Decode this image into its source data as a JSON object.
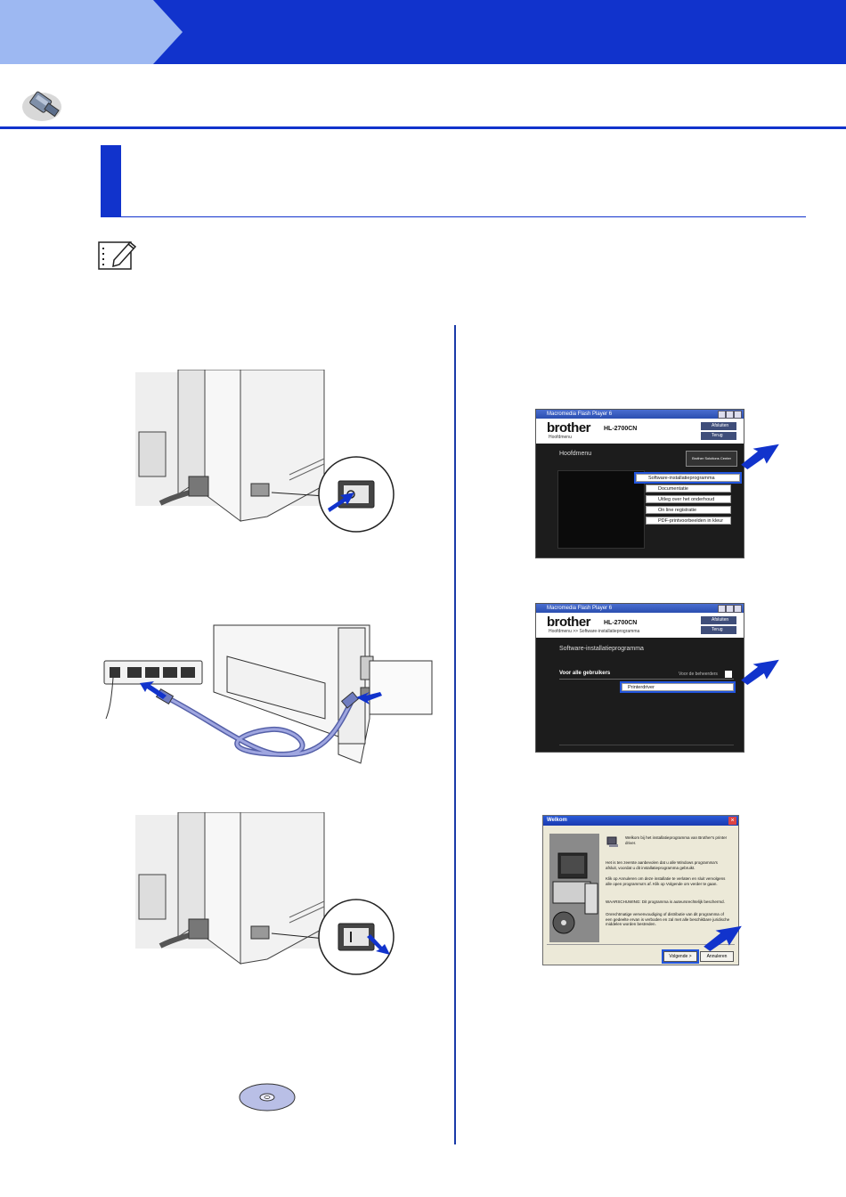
{
  "header": {
    "step_label": ""
  },
  "icons": {
    "network": "ethernet-cable-icon",
    "note": "note-pencil-icon",
    "cdrom": "cd-rom-icon"
  },
  "colors": {
    "primary_blue": "#1133cc",
    "tab_light_blue": "#9db8f2",
    "divider_blue": "#1a3aa8"
  },
  "flash_window_1": {
    "title": "Macromedia Flash Player 6",
    "brand": "brother",
    "model": "HL-2700CN",
    "breadcrumb": "Hoofdmenu",
    "btn_close": "Afsluiten",
    "btn_back": "Terug",
    "section_title": "Hoofdmenu",
    "solutions_center": "Brother Solutions Center",
    "menu": [
      "Software-installatieprogramma",
      "Documentatie",
      "Uitleg over het onderhoud",
      "On line registratie",
      "PDF-printvoorbeelden in kleur"
    ]
  },
  "flash_window_2": {
    "title": "Macromedia Flash Player 6",
    "brand": "brother",
    "model": "HL-2700CN",
    "breadcrumb": "Hoofdmenu >> Software-installatieprogramma",
    "btn_close": "Afsluiten",
    "btn_back": "Terug",
    "section_title": "Software-installatieprogramma",
    "group_label": "Voor alle gebruikers",
    "admin_link": "Voor de beheerders",
    "item": "Printerdriver"
  },
  "welcome_dialog": {
    "title": "Welkom",
    "intro": "Welkom bij het installatieprogramma van Brother's printer driver.",
    "p1": "Het is ten zeerste aanbevolen dat u alle Windows programma's afsluit, voordat u dit installatieprogramma gebruikt.",
    "p2": "Klik op Annuleren om deze installatie te verlaten en sluit vervolgens alle open programma's af. Klik op Volgende om verder te gaan.",
    "p3": "WAARSCHUWING: Dit programma is auteursrechtelijk beschermd.",
    "p4": "Onrechtmatige vervenvoudiging of distributie van dit programma of een gedeelte ervan is verboden en zal met alle beschikbare juridische middelen worden bestreden.",
    "btn_next": "Volgende >",
    "btn_cancel": "Annuleren"
  }
}
